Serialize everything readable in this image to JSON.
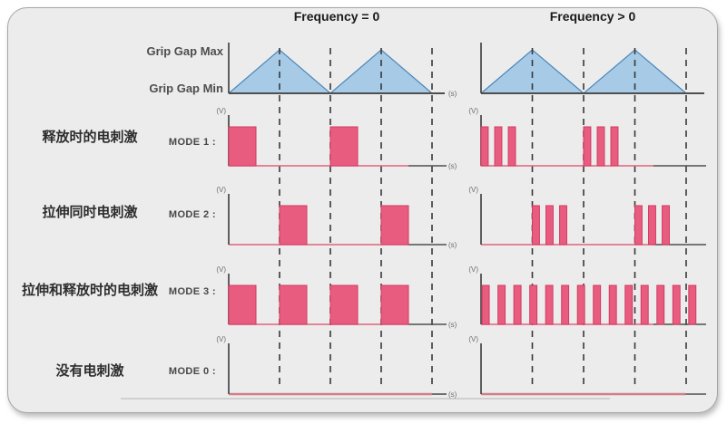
{
  "header": {
    "left": "Frequency = 0",
    "right": "Frequency > 0"
  },
  "grip_gap": {
    "max_label": "Grip Gap Max",
    "min_label": "Grip Gap Min"
  },
  "rows": [
    {
      "cn": "释放时的电刺激",
      "mode": "MODE 1 :"
    },
    {
      "cn": "拉伸同时电刺激",
      "mode": "MODE 2 :"
    },
    {
      "cn": "拉伸和释放时的电刺激",
      "mode": "MODE 3 :"
    },
    {
      "cn": "没有电刺激",
      "mode": "MODE 0 :"
    }
  ],
  "units": {
    "voltage": "(V)",
    "time": "(s)"
  },
  "colors": {
    "panel_bg": "#edecec",
    "triangle_fill": "#a7cbe7",
    "triangle_stroke": "#4c86b8",
    "pulse_fill": "#e85d7f",
    "pulse_stroke": "#d23a62",
    "baseline_pink": "#e2627b",
    "mode0_line": "#d07f88",
    "axis": "#4f4f4f",
    "dash": "#383838",
    "unit_text": "#6e6e6e",
    "bottom_rule": "#b5b5b5"
  },
  "chart_data": [
    {
      "type": "area",
      "name": "grip-gap-freq0",
      "col": "freq0",
      "row": "gap",
      "wave": "triangle",
      "title": "Grip gap over time, Frequency = 0",
      "x": [
        0,
        0.5,
        1,
        1.5,
        2
      ],
      "y": [
        "min",
        "max",
        "min",
        "max",
        "min"
      ],
      "gridlines_x": [
        0.5,
        1,
        1.5,
        2
      ],
      "xlabel": "(s)",
      "ylabel": ""
    },
    {
      "type": "area",
      "name": "grip-gap-freqpos",
      "col": "freqpos",
      "row": "gap",
      "wave": "triangle",
      "title": "Grip gap over time, Frequency > 0",
      "x": [
        0,
        0.5,
        1,
        1.5,
        2
      ],
      "y": [
        "min",
        "max",
        "min",
        "max",
        "min"
      ],
      "gridlines_x": [
        0.5,
        1,
        1.5,
        2
      ],
      "xlabel": "",
      "ylabel": ""
    },
    {
      "type": "bar",
      "name": "mode1-freq0",
      "col": "freq0",
      "row": 0,
      "series": "MODE 1",
      "pulses": [
        [
          0,
          0.268
        ],
        [
          1.0,
          1.268
        ]
      ],
      "ylabel": "(V)",
      "xlabel": "(s)"
    },
    {
      "type": "bar",
      "name": "mode1-freqpos",
      "col": "freqpos",
      "row": 0,
      "series": "MODE 1",
      "bursts": [
        {
          "start": 0,
          "count": 3
        },
        {
          "start": 1.0,
          "count": 3
        }
      ],
      "pulse_width": 0.07,
      "pulse_period": 0.133,
      "ylabel": "(V)",
      "xlabel": ""
    },
    {
      "type": "bar",
      "name": "mode2-freq0",
      "col": "freq0",
      "row": 1,
      "series": "MODE 2",
      "pulses": [
        [
          0.5,
          0.768
        ],
        [
          1.5,
          1.768
        ]
      ],
      "ylabel": "(V)",
      "xlabel": "(s)"
    },
    {
      "type": "bar",
      "name": "mode2-freqpos",
      "col": "freqpos",
      "row": 1,
      "series": "MODE 2",
      "bursts": [
        {
          "start": 0.5,
          "count": 3
        },
        {
          "start": 1.5,
          "count": 3
        }
      ],
      "pulse_width": 0.07,
      "pulse_period": 0.133,
      "ylabel": "(V)",
      "xlabel": ""
    },
    {
      "type": "bar",
      "name": "mode3-freq0",
      "col": "freq0",
      "row": 2,
      "series": "MODE 3",
      "pulses": [
        [
          0,
          0.268
        ],
        [
          0.5,
          0.768
        ],
        [
          1.0,
          1.268
        ],
        [
          1.5,
          1.768
        ]
      ],
      "ylabel": "(V)",
      "xlabel": "(s)"
    },
    {
      "type": "bar",
      "name": "mode3-freqpos",
      "col": "freqpos",
      "row": 2,
      "series": "MODE 3",
      "train": {
        "start": 0.01,
        "count": 14,
        "period": 0.155,
        "pulse_width": 0.07
      },
      "ylabel": "(V)",
      "xlabel": ""
    },
    {
      "type": "bar",
      "name": "mode0-freq0",
      "col": "freq0",
      "row": 3,
      "series": "MODE 0",
      "pulses": [],
      "ylabel": "(V)",
      "xlabel": "(s)"
    },
    {
      "type": "bar",
      "name": "mode0-freqpos",
      "col": "freqpos",
      "row": 3,
      "series": "MODE 0",
      "pulses": [],
      "ylabel": "(V)",
      "xlabel": ""
    }
  ]
}
